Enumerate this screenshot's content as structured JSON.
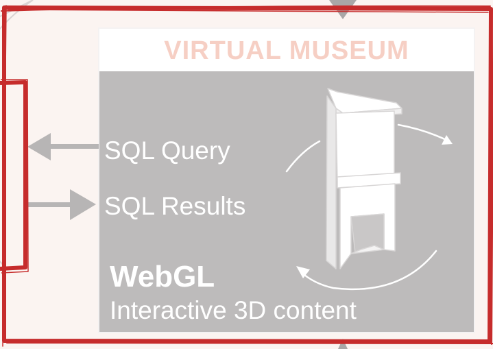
{
  "museum": {
    "title": "VIRTUAL MUSEUM",
    "sql_query_label": "SQL Query",
    "sql_results_label": "SQL Results",
    "webgl_title": "WebGL",
    "webgl_subtitle": "Interactive 3D content"
  },
  "colors": {
    "frame_red": "#c62c2c",
    "panel_gray": "#bdbbbb",
    "title_peach": "#f6cfc4",
    "arrow_gray": "#b7b5b5",
    "page_background": "#fbf4f1"
  },
  "icons": {
    "object_model": "fireplace-3d-model-icon",
    "rotation": "rotate-arrows-icon",
    "query_arrow": "arrow-left-icon",
    "results_arrow": "arrow-right-icon"
  }
}
